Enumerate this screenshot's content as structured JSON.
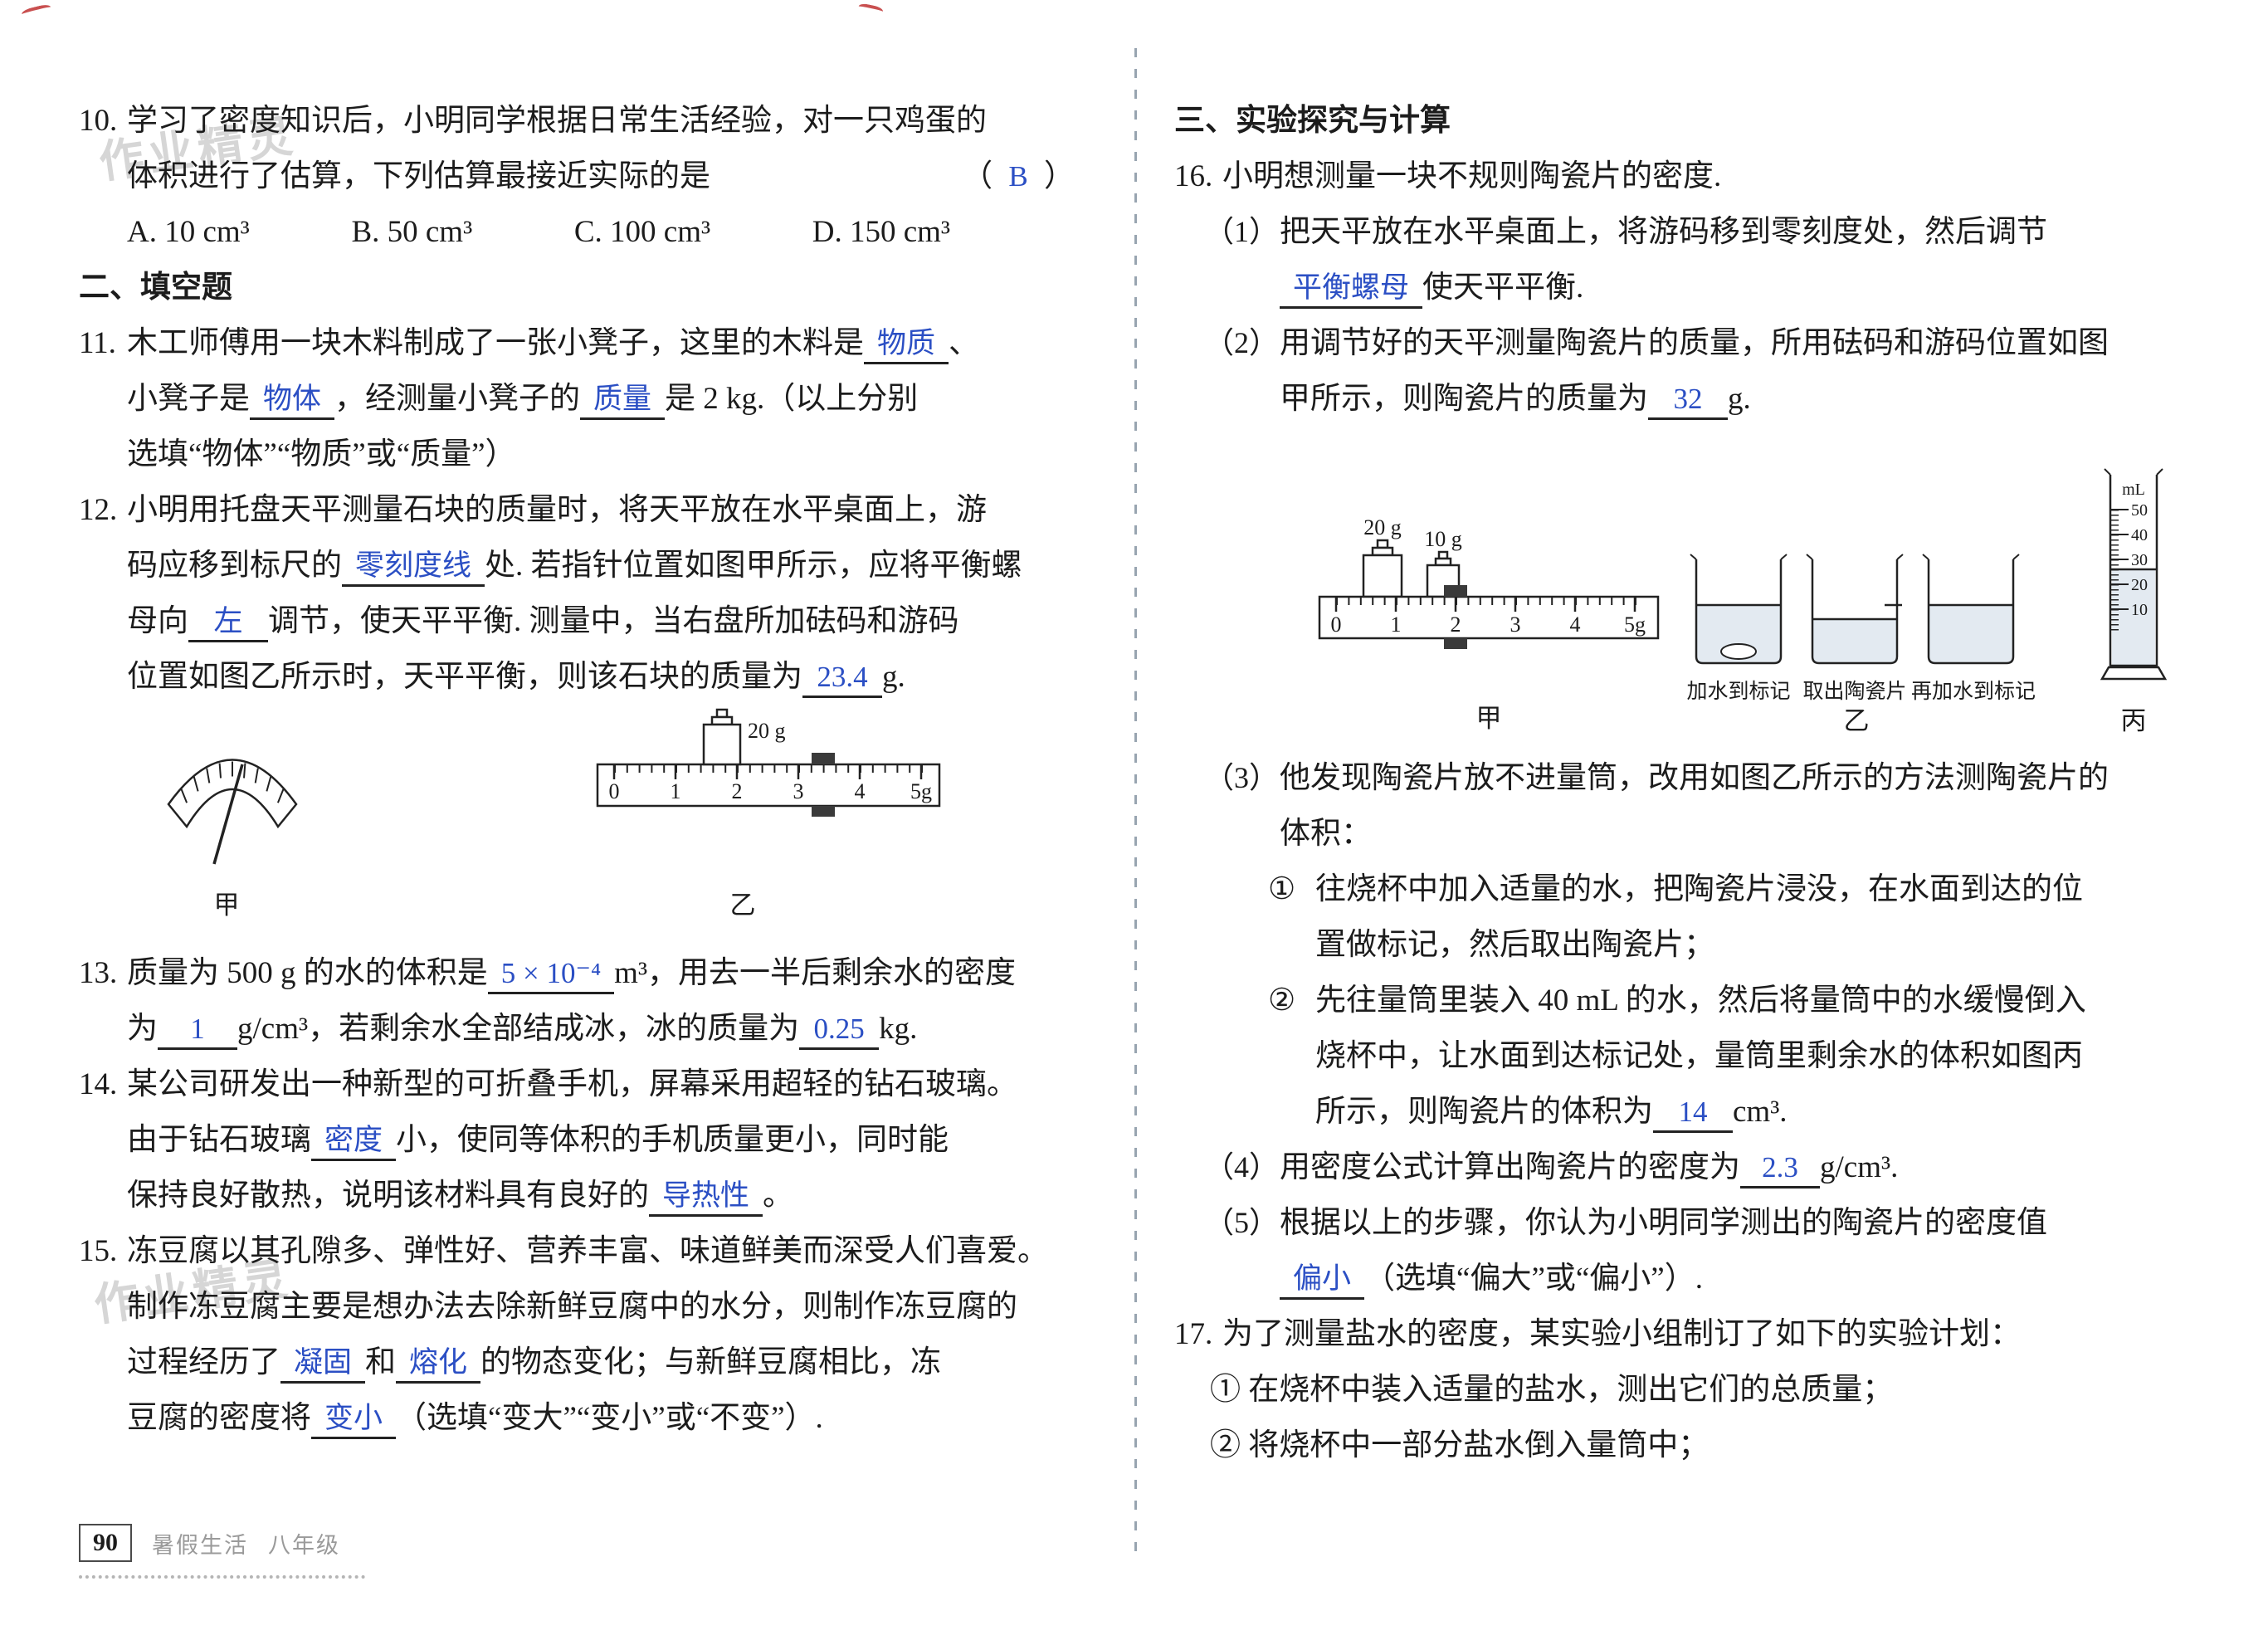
{
  "colors": {
    "answer_ink": "#2b4fc4",
    "text": "#1c1c1c",
    "watermark": "#d6d6d6"
  },
  "page": {
    "watermark": "作业精灵",
    "footer": {
      "page_number": "90",
      "book": "暑假生活",
      "grade": "八年级"
    }
  },
  "left": {
    "heading": "二、填空题",
    "q10": {
      "num": "10.",
      "lines": [
        [
          [
            "t",
            "学习了密度知识后，小明同学根据日常生活经验，对一只鸡蛋的"
          ]
        ],
        [
          [
            "t",
            "体积进行了估算，下列估算最接近实际的是"
          ],
          [
            "sp",
            ""
          ],
          [
            "t",
            "（ "
          ],
          [
            "c",
            "B"
          ],
          [
            "t",
            " ）"
          ]
        ],
        [
          [
            "t",
            "A. 10 cm³"
          ],
          [
            "sp",
            ""
          ],
          [
            "t",
            "B. 50 cm³"
          ],
          [
            "sp",
            ""
          ],
          [
            "t",
            "C. 100 cm³"
          ],
          [
            "sp",
            ""
          ],
          [
            "t",
            "D. 150 cm³"
          ]
        ]
      ]
    },
    "q11": {
      "num": "11.",
      "lines": [
        [
          [
            "t",
            "木工师傅用一块木料制成了一张小凳子，这里的木料是"
          ],
          [
            "a",
            "物质"
          ],
          [
            "t",
            "、"
          ]
        ],
        [
          [
            "t",
            "小凳子是"
          ],
          [
            "a",
            "物体"
          ],
          [
            "t",
            "，经测量小凳子的"
          ],
          [
            "a",
            "质量"
          ],
          [
            "t",
            "是 2 kg.（以上分别"
          ]
        ],
        [
          [
            "t",
            "选填“物体”“物质”或“质量”）"
          ]
        ]
      ]
    },
    "q12": {
      "num": "12.",
      "lines": [
        [
          [
            "t",
            "小明用托盘天平测量石块的质量时，将天平放在水平桌面上，游"
          ]
        ],
        [
          [
            "t",
            "码应移到标尺的"
          ],
          [
            "a",
            "零刻度线"
          ],
          [
            "t",
            "处. 若指针位置如图甲所示，应将平衡螺"
          ]
        ],
        [
          [
            "t",
            "母向"
          ],
          [
            "a",
            "左"
          ],
          [
            "t",
            "调节，使天平平衡. 测量中，当右盘所加砝码和游码"
          ]
        ],
        [
          [
            "t",
            "位置如图乙所示时，天平平衡，则该石块的质量为"
          ],
          [
            "a",
            "23.4"
          ],
          [
            "t",
            "g."
          ]
        ]
      ]
    },
    "fig12": {
      "label_jia": "甲",
      "label_yi": "乙",
      "weight_label": "20 g",
      "ruler_numbers": [
        "0",
        "1",
        "2",
        "3",
        "4",
        "5g"
      ]
    },
    "q13": {
      "num": "13.",
      "lines": [
        [
          [
            "t",
            "质量为 500 g 的水的体积是"
          ],
          [
            "a",
            "5 × 10⁻⁴"
          ],
          [
            "t",
            "m³，用去一半后剩余水的密度"
          ]
        ],
        [
          [
            "t",
            "为"
          ],
          [
            "a",
            "1"
          ],
          [
            "t",
            "g/cm³，若剩余水全部结成冰，冰的质量为"
          ],
          [
            "a",
            "0.25"
          ],
          [
            "t",
            "kg."
          ]
        ]
      ]
    },
    "q14": {
      "num": "14.",
      "lines": [
        [
          [
            "t",
            "某公司研发出一种新型的可折叠手机，屏幕采用超轻的钻石玻璃。"
          ]
        ],
        [
          [
            "t",
            "由于钻石玻璃"
          ],
          [
            "a",
            "密度"
          ],
          [
            "t",
            "小，使同等体积的手机质量更小，同时能"
          ]
        ],
        [
          [
            "t",
            "保持良好散热，说明该材料具有良好的"
          ],
          [
            "a",
            "导热性"
          ],
          [
            "t",
            "。"
          ]
        ]
      ]
    },
    "q15": {
      "num": "15.",
      "lines": [
        [
          [
            "t",
            "冻豆腐以其孔隙多、弹性好、营养丰富、味道鲜美而深受人们喜爱。"
          ]
        ],
        [
          [
            "t",
            "制作冻豆腐主要是想办法去除新鲜豆腐中的水分，则制作冻豆腐的"
          ]
        ],
        [
          [
            "t",
            "过程经历了"
          ],
          [
            "a",
            "凝固"
          ],
          [
            "t",
            "和"
          ],
          [
            "a",
            "熔化"
          ],
          [
            "t",
            "的物态变化；与新鲜豆腐相比，冻"
          ]
        ],
        [
          [
            "t",
            "豆腐的密度将"
          ],
          [
            "a",
            "变小"
          ],
          [
            "t",
            "（选填“变大”“变小”或“不变”）."
          ]
        ]
      ]
    }
  },
  "right": {
    "heading": "三、实验探究与计算",
    "q16": {
      "num": "16.",
      "intro": [
        [
          "t",
          "小明想测量一块不规则陶瓷片的密度."
        ]
      ],
      "p1": {
        "num": "（1）",
        "lines": [
          [
            [
              "t",
              "把天平放在水平桌面上，将游码移到零刻度处，然后调节"
            ]
          ],
          [
            [
              "a",
              "平衡螺母"
            ],
            [
              "t",
              "使天平平衡."
            ]
          ]
        ]
      },
      "p2": {
        "num": "（2）",
        "lines": [
          [
            [
              "t",
              "用调节好的天平测量陶瓷片的质量，所用砝码和游码位置如图"
            ]
          ],
          [
            [
              "t",
              "甲所示，则陶瓷片的质量为"
            ],
            [
              "a",
              "32"
            ],
            [
              "t",
              "g."
            ]
          ]
        ]
      },
      "p3": {
        "num": "（3）",
        "lines": [
          [
            [
              "t",
              "他发现陶瓷片放不进量筒，改用如图乙所示的方法测陶瓷片的"
            ]
          ],
          [
            [
              "t",
              "体积："
            ]
          ]
        ]
      },
      "c1": {
        "num": "①",
        "lines": [
          [
            [
              "t",
              "往烧杯中加入适量的水，把陶瓷片浸没，在水面到达的位"
            ]
          ],
          [
            [
              "t",
              "置做标记，然后取出陶瓷片；"
            ]
          ]
        ]
      },
      "c2": {
        "num": "②",
        "lines": [
          [
            [
              "t",
              "先往量筒里装入 40 mL 的水，然后将量筒中的水缓慢倒入"
            ]
          ],
          [
            [
              "t",
              "烧杯中，让水面到达标记处，量筒里剩余水的体积如图丙"
            ]
          ],
          [
            [
              "t",
              "所示，则陶瓷片的体积为"
            ],
            [
              "a",
              "14"
            ],
            [
              "t",
              "cm³."
            ]
          ]
        ]
      },
      "p4": {
        "num": "（4）",
        "lines": [
          [
            [
              "t",
              "用密度公式计算出陶瓷片的密度为"
            ],
            [
              "a",
              "2.3"
            ],
            [
              "t",
              "g/cm³."
            ]
          ]
        ]
      },
      "p5": {
        "num": "（5）",
        "lines": [
          [
            [
              "t",
              "根据以上的步骤，你认为小明同学测出的陶瓷片的密度值"
            ]
          ],
          [
            [
              "a",
              "偏小"
            ],
            [
              "t",
              "（选填“偏大”或“偏小”）."
            ]
          ]
        ]
      }
    },
    "fig16": {
      "weight20": "20 g",
      "weight10": "10 g",
      "ruler_numbers": [
        "0",
        "1",
        "2",
        "3",
        "4",
        "5g"
      ],
      "label_jia": "甲",
      "beaker_labels": [
        "加水到标记",
        "取出陶瓷片",
        "再加水到标记"
      ],
      "label_yi": "乙",
      "cyl_unit": "mL",
      "cyl_numbers": [
        "50",
        "40",
        "30",
        "20",
        "10"
      ],
      "label_bing": "丙"
    },
    "q17": {
      "num": "17.",
      "lines": [
        [
          [
            "t",
            "为了测量盐水的密度，某实验小组制订了如下的实验计划："
          ]
        ],
        [
          [
            "t",
            "① 在烧杯中装入适量的盐水，测出它们的总质量；"
          ]
        ],
        [
          [
            "t",
            "② 将烧杯中一部分盐水倒入量筒中；"
          ]
        ]
      ]
    }
  }
}
